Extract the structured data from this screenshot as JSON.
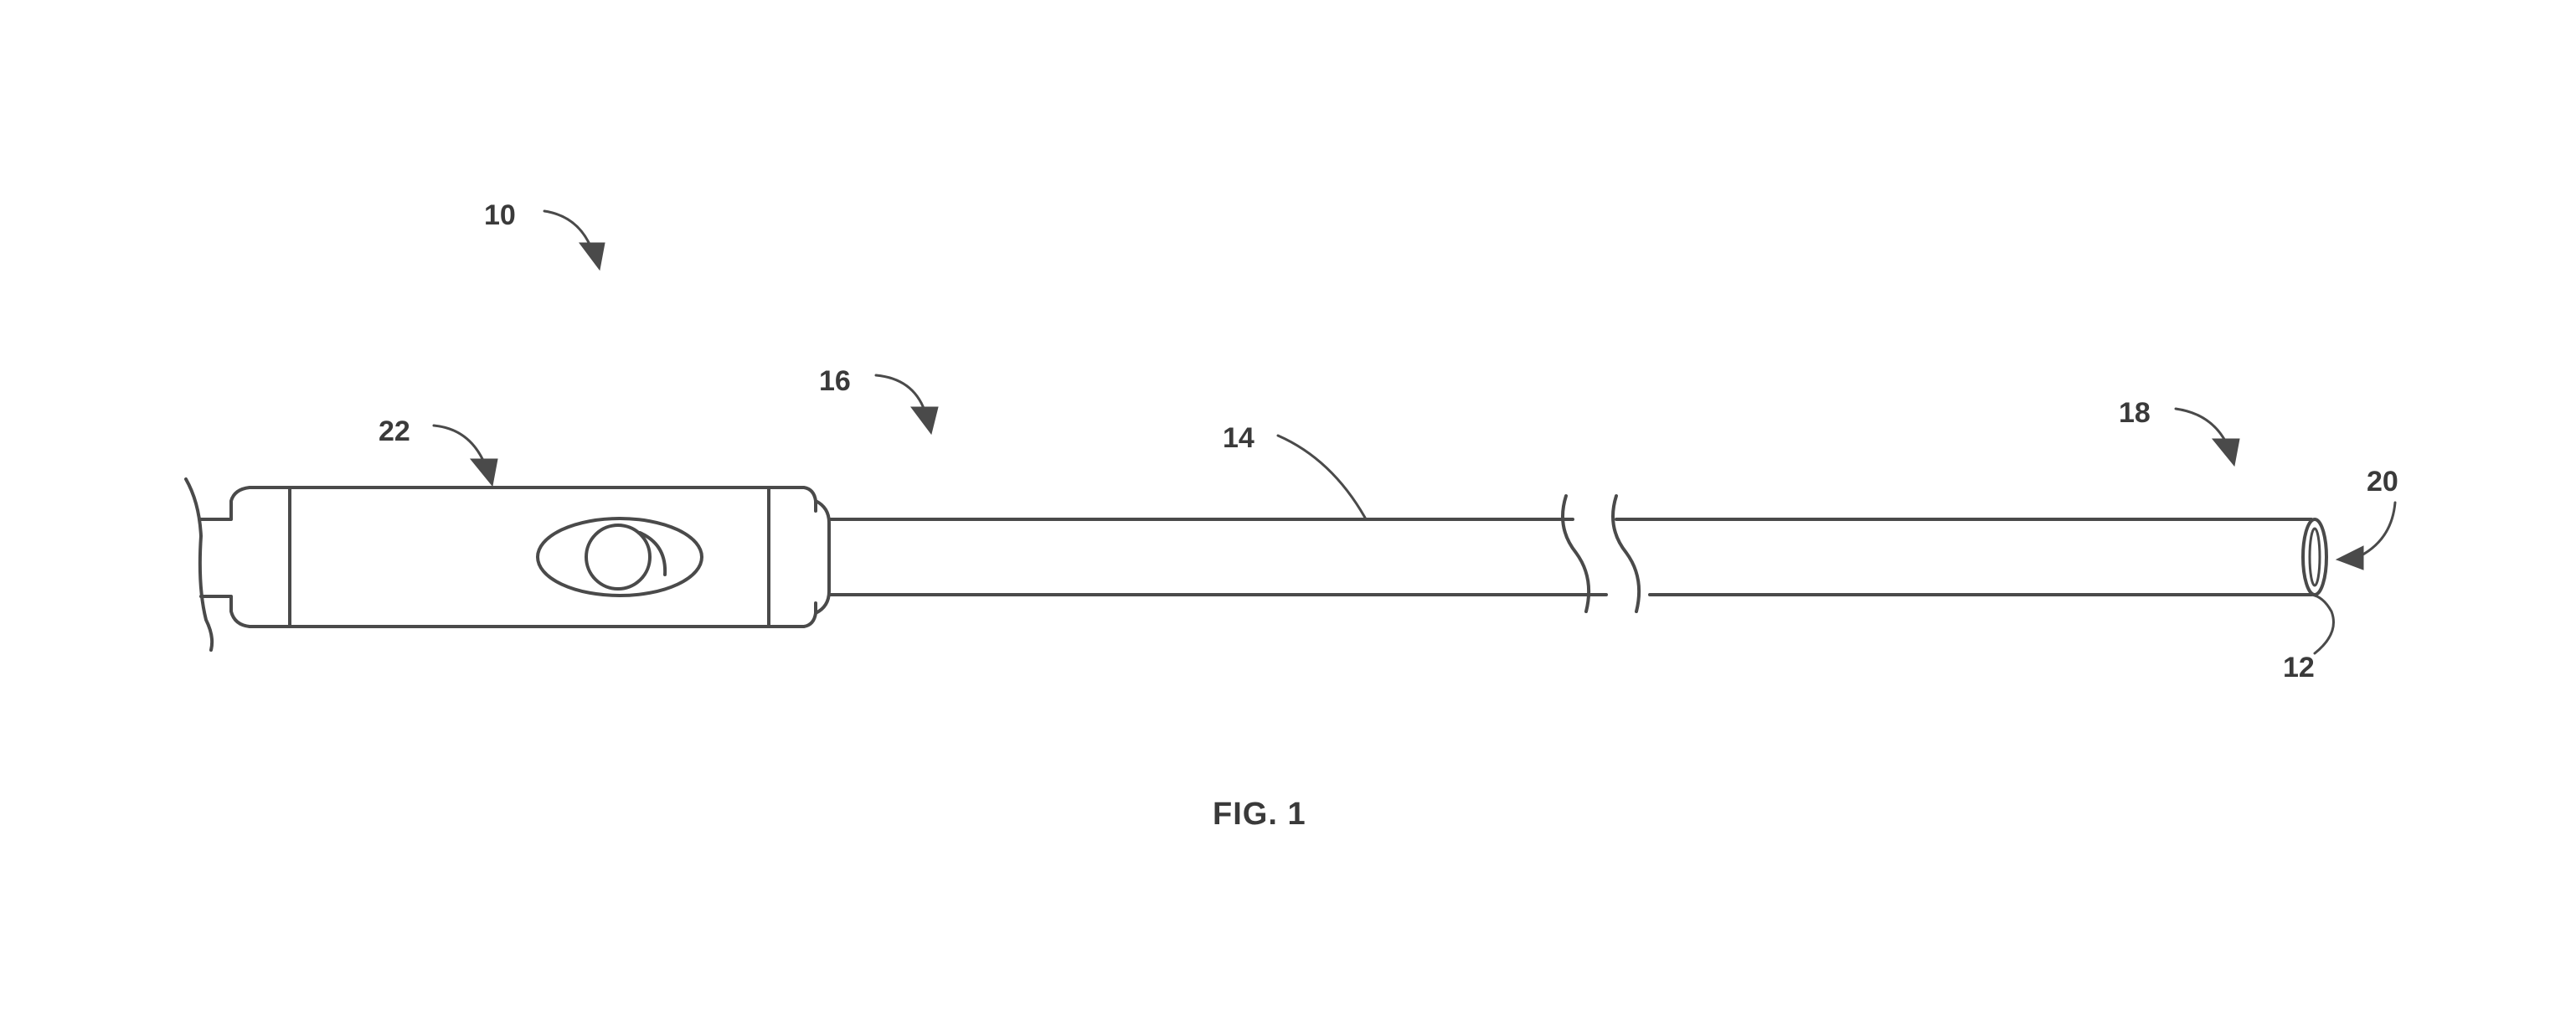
{
  "figure": {
    "caption": "FIG. 1",
    "reference_numerals": {
      "device": "10",
      "distal_tip": "12",
      "shaft": "14",
      "proximal_end": "16",
      "distal_end": "18",
      "opening": "20",
      "handle": "22"
    },
    "line_color": "#4a4a4a",
    "background_color": "#ffffff"
  }
}
